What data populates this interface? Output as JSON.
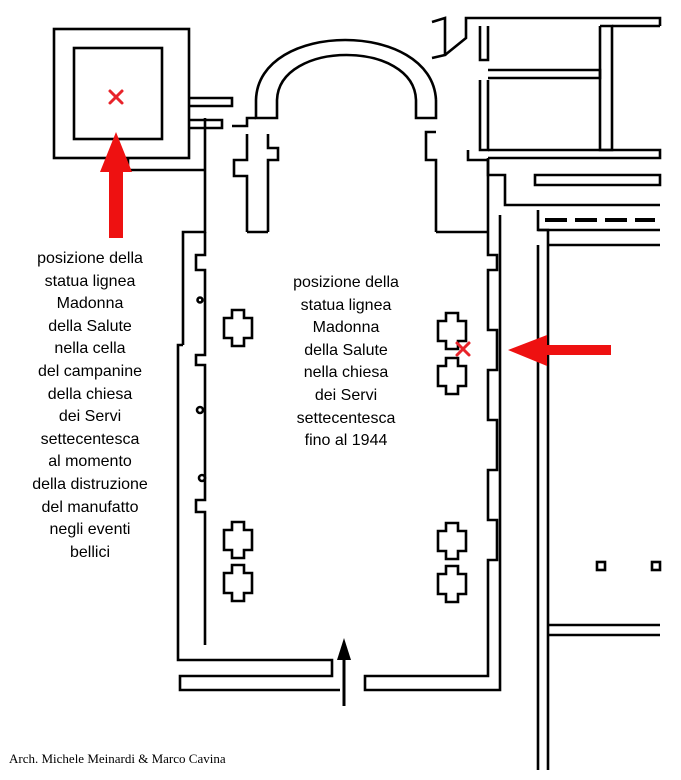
{
  "annotations": {
    "bell_tower_note": [
      "posizione della",
      "statua lignea",
      "Madonna",
      "della Salute",
      "nella cella",
      "del campanine",
      "della chiesa",
      "dei Servi",
      "settecentesca",
      "al momento",
      "della distruzione",
      "del manufatto",
      "negli eventi",
      "bellici"
    ],
    "church_note": [
      "posizione della",
      "statua lignea",
      "Madonna",
      "della Salute",
      "nella chiesa",
      "dei Servi",
      "settecentesca",
      "fino al 1944"
    ]
  },
  "credit": "Arch. Michele Meinardi & Marco Cavina",
  "colors": {
    "walls": "#000000",
    "background": "#ffffff",
    "marker": "#e8232a",
    "arrow": "#ee1111"
  },
  "icons": {
    "position_marker": "x-mark-icon",
    "pointer": "arrow-icon",
    "entrance": "entrance-arrow-icon"
  }
}
